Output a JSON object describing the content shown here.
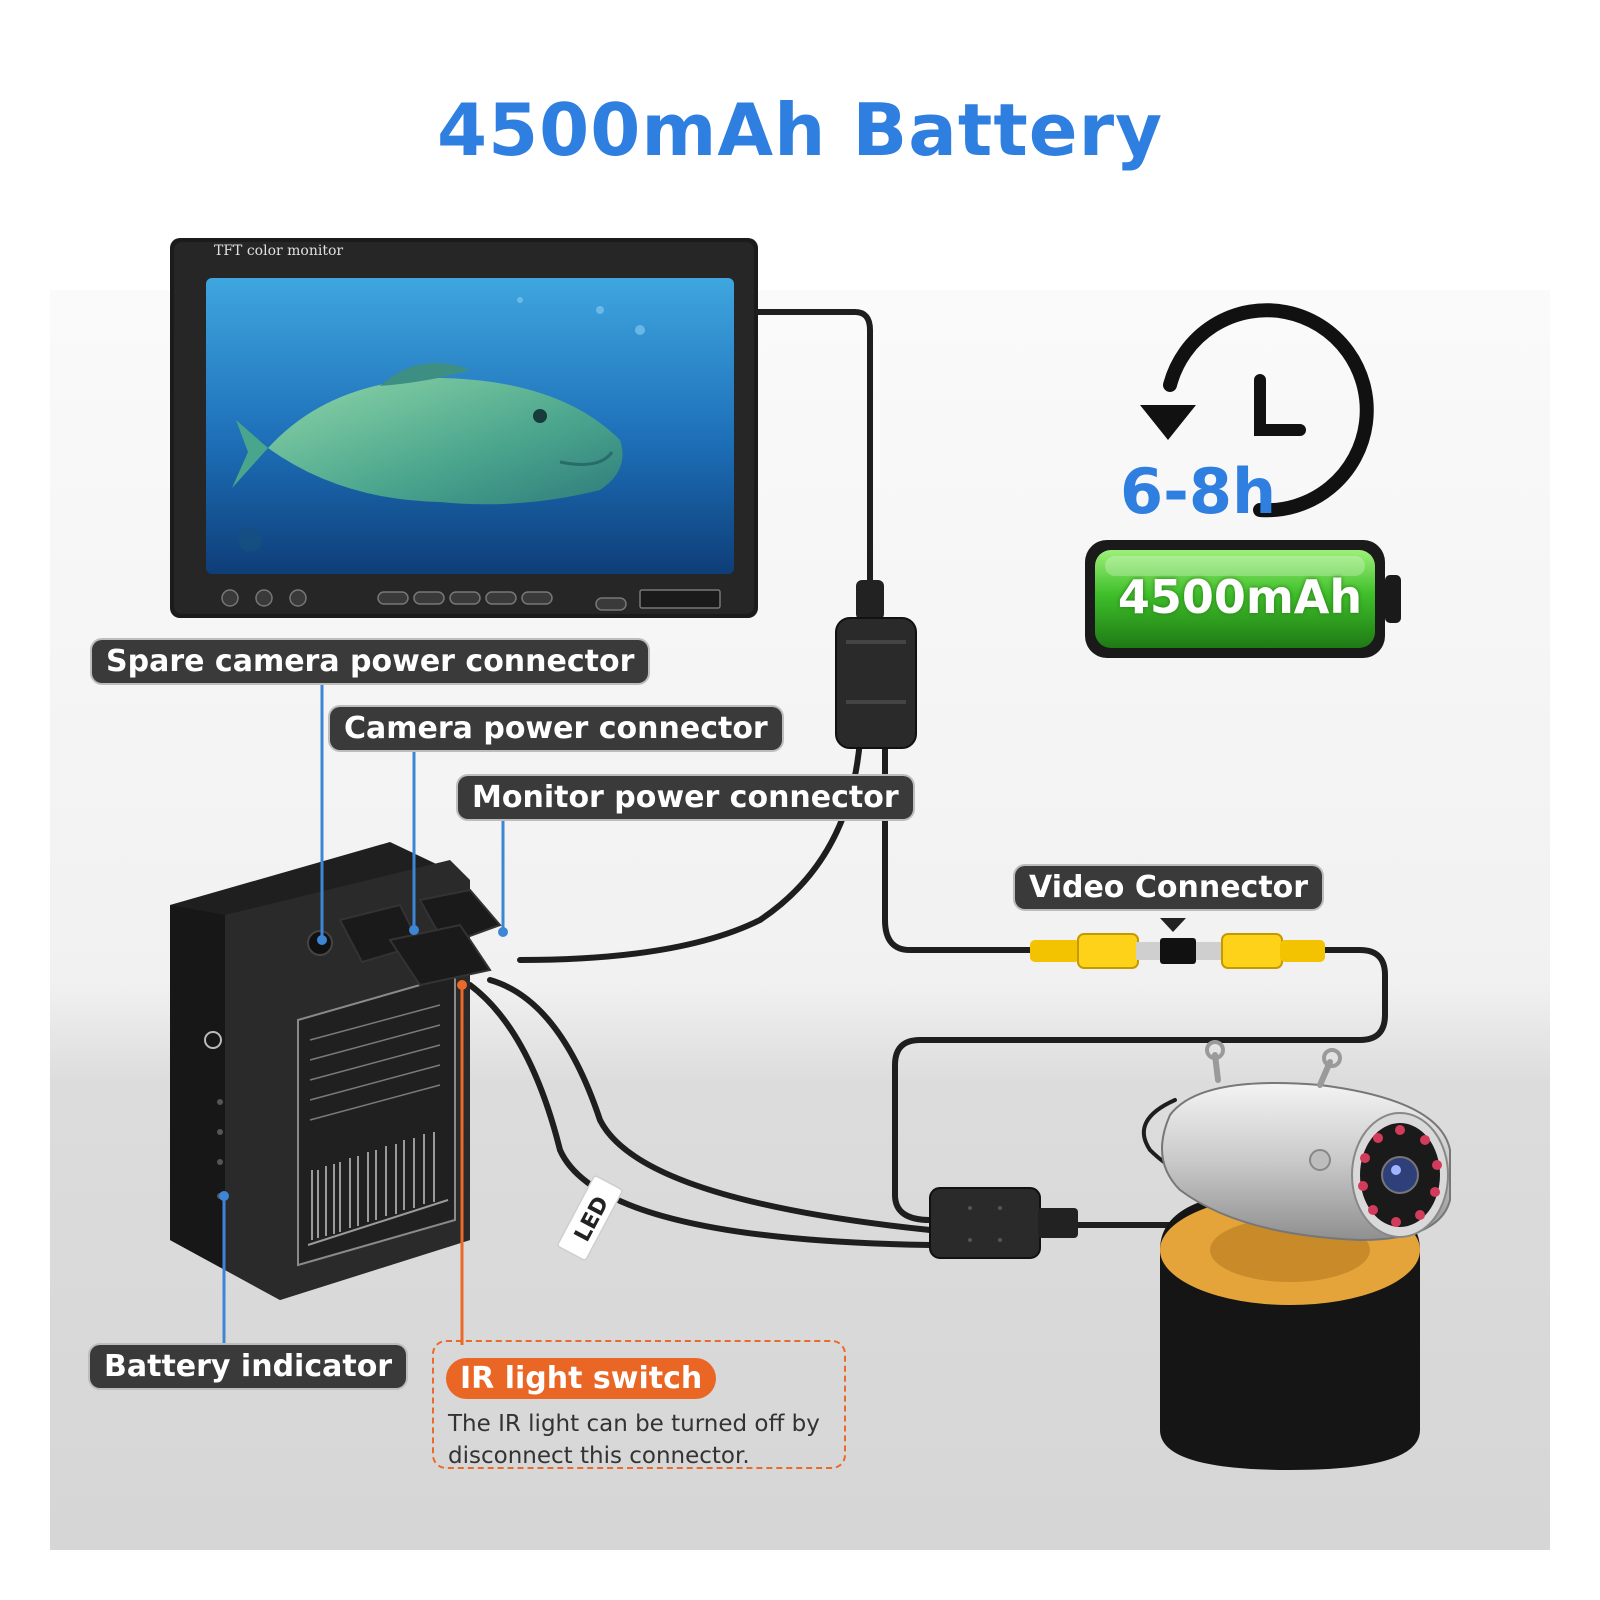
{
  "title": "4500mAh Battery",
  "runtime": "6-8h",
  "capacity": "4500mAh",
  "monitor": {
    "brand_label": "TFT color monitor"
  },
  "labels": {
    "spare_camera_power_connector": "Spare camera power connector",
    "camera_power_connector": "Camera power connector",
    "monitor_power_connector": "Monitor power connector",
    "video_connector": "Video Connector",
    "battery_indicator": "Battery indicator",
    "led_tag": "LED"
  },
  "ir_switch": {
    "title": "IR light switch",
    "description": "The IR light can be turned off by disconnect this connector."
  },
  "colors": {
    "title_blue": "#2f7fe0",
    "callout_orange": "#ea6625",
    "pointer_blue": "#3d86d6",
    "label_dark": "#3a3a3a",
    "battery_green": "#3fbf2a"
  },
  "icons": [
    "clock-arrow-icon",
    "battery-icon"
  ]
}
